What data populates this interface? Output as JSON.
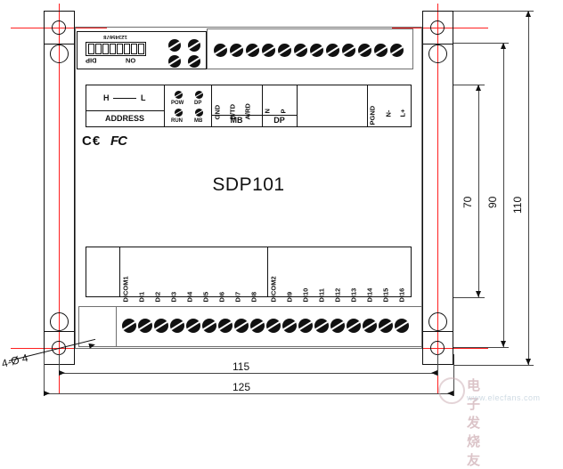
{
  "drawing": {
    "title": "SDP101",
    "type": "mechanical-dimension-drawing",
    "model_label": "SDP101"
  },
  "dimensions": {
    "width_outer": "125",
    "width_inner": "115",
    "height_outer": "110",
    "height_mid": "90",
    "height_inner": "70",
    "hole_callout": "4-Ø 4"
  },
  "dip_switch": {
    "left_label": "DIP",
    "right_label": "ON",
    "positions": [
      "1",
      "2",
      "3",
      "4",
      "5",
      "6",
      "7",
      "8"
    ],
    "count": 8
  },
  "address": {
    "section_label": "ADDRESS",
    "range_left": "H",
    "range_right": "L",
    "separator": "——"
  },
  "leds": [
    {
      "label": "POW"
    },
    {
      "label": "DP"
    },
    {
      "label": "RUN"
    },
    {
      "label": "MB"
    }
  ],
  "terminals": {
    "mb": {
      "group_label": "MB",
      "pins": [
        "GND",
        "B/TD",
        "A/RD"
      ]
    },
    "dp": {
      "group_label": "DP",
      "pins": [
        "N",
        "P"
      ]
    },
    "power": {
      "group_label": "",
      "pins": [
        "PGND",
        "N-",
        "L+"
      ]
    },
    "bottom_left": {
      "pins": [
        "DICOM1",
        "DI1",
        "DI2",
        "DI3",
        "DI4",
        "DI5",
        "DI6",
        "DI7",
        "DI8"
      ]
    },
    "bottom_right": {
      "pins": [
        "DICOM2",
        "DI9",
        "DI10",
        "DI11",
        "DI12",
        "DI13",
        "DI14",
        "DI15",
        "DI16"
      ]
    }
  },
  "screw_counts": {
    "top_terminal_block": 12,
    "bottom_terminal_block": 18,
    "dip_area_screws": 4
  },
  "certifications": {
    "ce": "C€",
    "fcc": "FC"
  },
  "watermark": {
    "text_cn": "电子发烧友",
    "url": "www.elecfans.com"
  },
  "colors": {
    "line": "#111111",
    "line_grey": "#6f6f6f",
    "centerline_red": "#ff2020",
    "background": "#ffffff",
    "watermark_cn": "#b98a93",
    "watermark_url": "#9fb6c8"
  }
}
